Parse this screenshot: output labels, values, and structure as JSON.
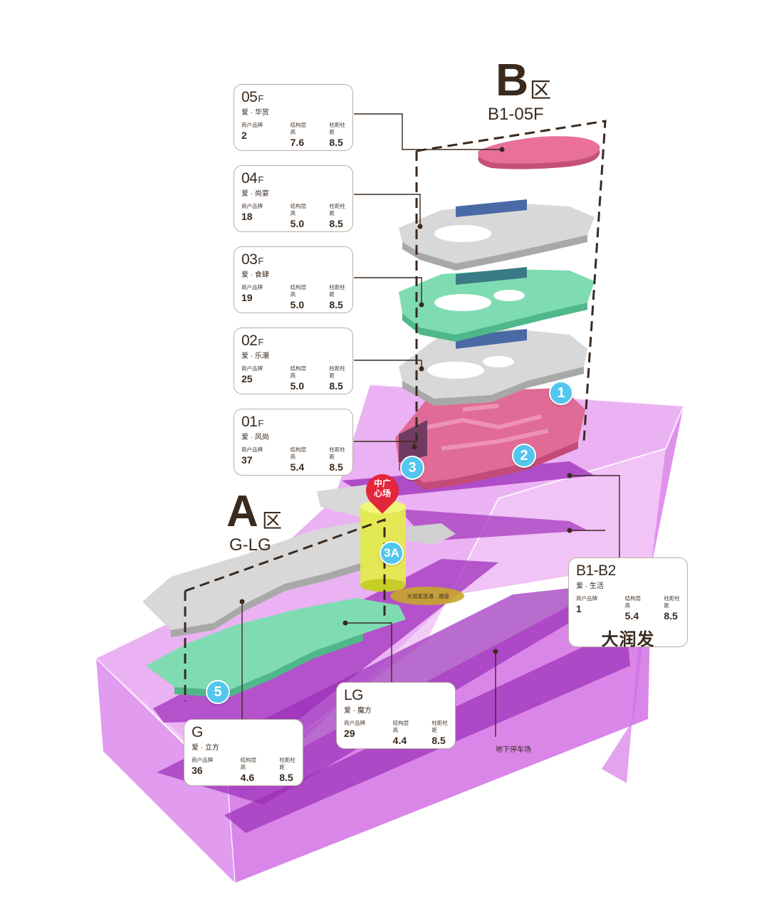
{
  "zones": {
    "b": {
      "letter": "B",
      "suffix": "区",
      "range": "B1-05F"
    },
    "a": {
      "letter": "A",
      "suffix": "区",
      "range": "G-LG"
    }
  },
  "floors": [
    {
      "id": "05f",
      "floor": "05",
      "suffix": "F",
      "name": "爱 · 华赏",
      "stats": [
        {
          "label": "商户品牌",
          "value": "2"
        },
        {
          "label": "结构层高",
          "value": "7.6"
        },
        {
          "label": "柱距柱距",
          "value": "8.5"
        }
      ]
    },
    {
      "id": "04f",
      "floor": "04",
      "suffix": "F",
      "name": "爱 · 尚宴",
      "stats": [
        {
          "label": "商户品牌",
          "value": "18"
        },
        {
          "label": "结构层高",
          "value": "5.0"
        },
        {
          "label": "柱距柱距",
          "value": "8.5"
        }
      ]
    },
    {
      "id": "03f",
      "floor": "03",
      "suffix": "F",
      "name": "爱 · 食肆",
      "stats": [
        {
          "label": "商户品牌",
          "value": "19"
        },
        {
          "label": "结构层高",
          "value": "5.0"
        },
        {
          "label": "柱距柱距",
          "value": "8.5"
        }
      ]
    },
    {
      "id": "02f",
      "floor": "02",
      "suffix": "F",
      "name": "爱 · 乐潮",
      "stats": [
        {
          "label": "商户品牌",
          "value": "25"
        },
        {
          "label": "结构层高",
          "value": "5.0"
        },
        {
          "label": "柱距柱距",
          "value": "8.5"
        }
      ]
    },
    {
      "id": "01f",
      "floor": "01",
      "suffix": "F",
      "name": "爱 · 风尚",
      "stats": [
        {
          "label": "商户品牌",
          "value": "37"
        },
        {
          "label": "结构层高",
          "value": "5.4"
        },
        {
          "label": "柱距柱距",
          "value": "8.5"
        }
      ]
    },
    {
      "id": "b1b2",
      "floor": "B1-B2",
      "suffix": "",
      "name": "爱 · 生活",
      "extra": "大润发",
      "stats": [
        {
          "label": "商户品牌",
          "value": "1"
        },
        {
          "label": "结构层高",
          "value": "5.4"
        },
        {
          "label": "柱距柱距",
          "value": "8.5"
        }
      ]
    },
    {
      "id": "lg",
      "floor": "LG",
      "suffix": "",
      "name": "爱 · 魔方",
      "stats": [
        {
          "label": "商户品牌",
          "value": "29"
        },
        {
          "label": "结构层高",
          "value": "4.4"
        },
        {
          "label": "柱距柱距",
          "value": "8.5"
        }
      ]
    },
    {
      "id": "g",
      "floor": "G",
      "suffix": "",
      "name": "爱 · 立方",
      "stats": [
        {
          "label": "商户品牌",
          "value": "36"
        },
        {
          "label": "结构层高",
          "value": "4.6"
        },
        {
          "label": "柱距柱距",
          "value": "8.5"
        }
      ]
    }
  ],
  "badges": [
    "1",
    "2",
    "3",
    "3A",
    "5"
  ],
  "pin": {
    "line1": "中广",
    "line2": "心场"
  },
  "connector_label": "大润发连通 · 通道",
  "parking_label": "地下停车场",
  "colors": {
    "pink": "#e8709a",
    "mint": "#7fdcb2",
    "gray": "#d8d8d8",
    "navy": "#4a6aa6",
    "magenta": "#d66ae6",
    "badge": "#52c6ec",
    "pin": "#e3263c",
    "yellow": "#e3ec48",
    "text": "#3a2a1e"
  }
}
